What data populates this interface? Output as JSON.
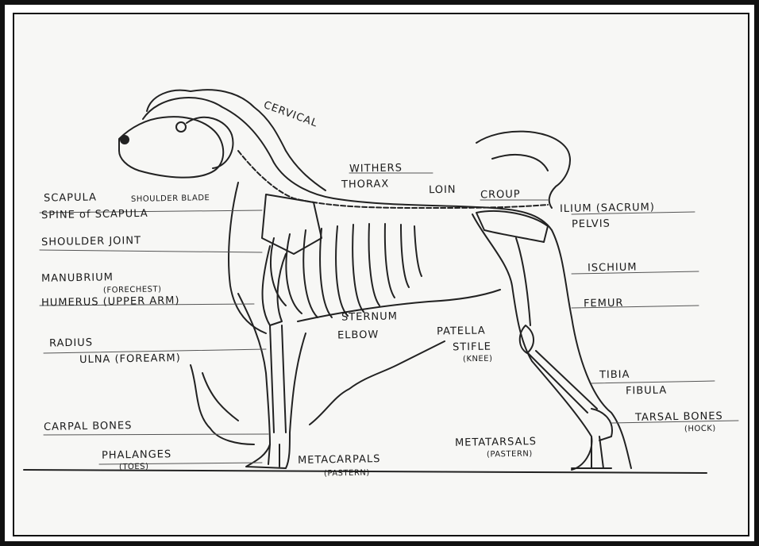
{
  "labels": {
    "cervical": "CERVICAL",
    "withers": "WITHERS",
    "thorax": "THORAX",
    "loin": "LOIN",
    "croup": "CROUP",
    "scapula": "SCAPULA",
    "shoulder_blade": "SHOULDER BLADE",
    "spine_of_scapula": "SPINE of SCAPULA",
    "shoulder_joint": "SHOULDER JOINT",
    "manubrium": "MANUBRIUM",
    "forechest": "(FORECHEST)",
    "humerus": "HUMERUS (UPPER ARM)",
    "radius": "RADIUS",
    "ulna": "ULNA (FOREARM)",
    "carpal_bones": "CARPAL BONES",
    "phalanges": "PHALANGES",
    "toes": "(TOES)",
    "metacarpals": "METACARPALS",
    "pastern_front": "(PASTERN)",
    "sternum": "STERNUM",
    "elbow": "ELBOW",
    "patella": "PATELLA",
    "stifle": "STIFLE",
    "knee": "(KNEE)",
    "metatarsals": "METATARSALS",
    "pastern_rear": "(PASTERN)",
    "ilium": "ILIUM (SACRUM)",
    "pelvis": "PELVIS",
    "ischium": "ISCHIUM",
    "femur": "FEMUR",
    "tibia": "TIBIA",
    "fibula": "FIBULA",
    "tarsal_bones": "TARSAL BONES",
    "hock": "(HOCK)"
  }
}
